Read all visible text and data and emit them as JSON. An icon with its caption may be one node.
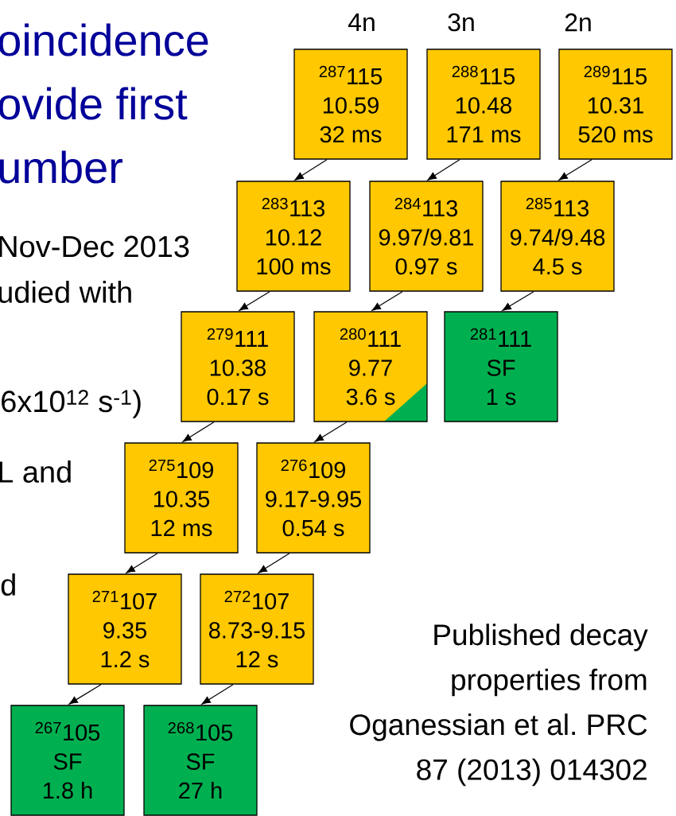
{
  "diagram": {
    "nodes": [
      {
        "text": [
          "$^{287}$115",
          "10.59",
          "32 ms"
        ]
      },
      {
        "text": [
          "$^{288}$115",
          "10.48",
          "171 ms"
        ]
      },
      {
        "text": [
          "$^{289}$115",
          "10.31",
          "520 ms"
        ]
      },
      {
        "text": [
          "$^{283}$113",
          "10.12",
          "100 ms"
        ]
      },
      {
        "text": [
          "$^{284}$113",
          "9.97/9.81",
          "0.97 s"
        ]
      },
      {
        "text": [
          "$^{285}$113",
          "9.74/9.48",
          "4.5 s"
        ]
      },
      {
        "text": [
          "$^{279}$111",
          "10.38",
          "0.17 s"
        ]
      },
      {
        "text": [
          "$^{280}$111",
          "9.77",
          "3.6 s"
        ]
      },
      {
        "text": [
          "$^{281}$111",
          "SF",
          "1 s"
        ]
      },
      {
        "text": [
          "$^{275}$109",
          "10.35",
          "12 ms"
        ]
      },
      {
        "text": [
          "$^{276}$109",
          "9.17-9.95",
          "0.54 s"
        ]
      },
      {
        "text": [
          "$^{271}$107",
          "9.35",
          "1.2 s"
        ]
      },
      {
        "text": [
          "$^{272}$107",
          "8.73-9.15",
          "12 s"
        ]
      },
      {
        "text": [
          "$^{267}$105",
          "SF",
          "1.8 h"
        ]
      },
      {
        "text": [
          "$^{268}$105",
          "SF",
          "27 h"
        ]
      }
    ],
    "edges": [
      {
        "from": 0,
        "to": 3,
        "arrow": "to"
      },
      {
        "from": 1,
        "to": 4,
        "arrow": "to"
      },
      {
        "from": 2,
        "to": 5,
        "arrow": "to"
      },
      {
        "from": 3,
        "to": 6,
        "arrow": "to"
      },
      {
        "from": 4,
        "to": 7,
        "arrow": "to"
      },
      {
        "from": 5,
        "to": 8,
        "arrow": "to"
      },
      {
        "from": 6,
        "to": 9,
        "arrow": "to"
      },
      {
        "from": 7,
        "to": 10,
        "arrow": "to"
      },
      {
        "from": 9,
        "to": 11,
        "arrow": "to"
      },
      {
        "from": 10,
        "to": 12,
        "arrow": "to"
      },
      {
        "from": 11,
        "to": 13,
        "arrow": "to"
      },
      {
        "from": 12,
        "to": 14,
        "arrow": "to"
      }
    ],
    "labels": [
      "4n",
      "3n",
      "2n",
      "oincidence",
      "ovide first",
      "umber",
      "Nov-Dec 2013",
      "udied with",
      "6x10$^{12}$ s$^{-1}$)",
      "L and",
      "d",
      "Published decay properties from Oganessian et al. PRC 87 (2013) 014302"
    ]
  }
}
